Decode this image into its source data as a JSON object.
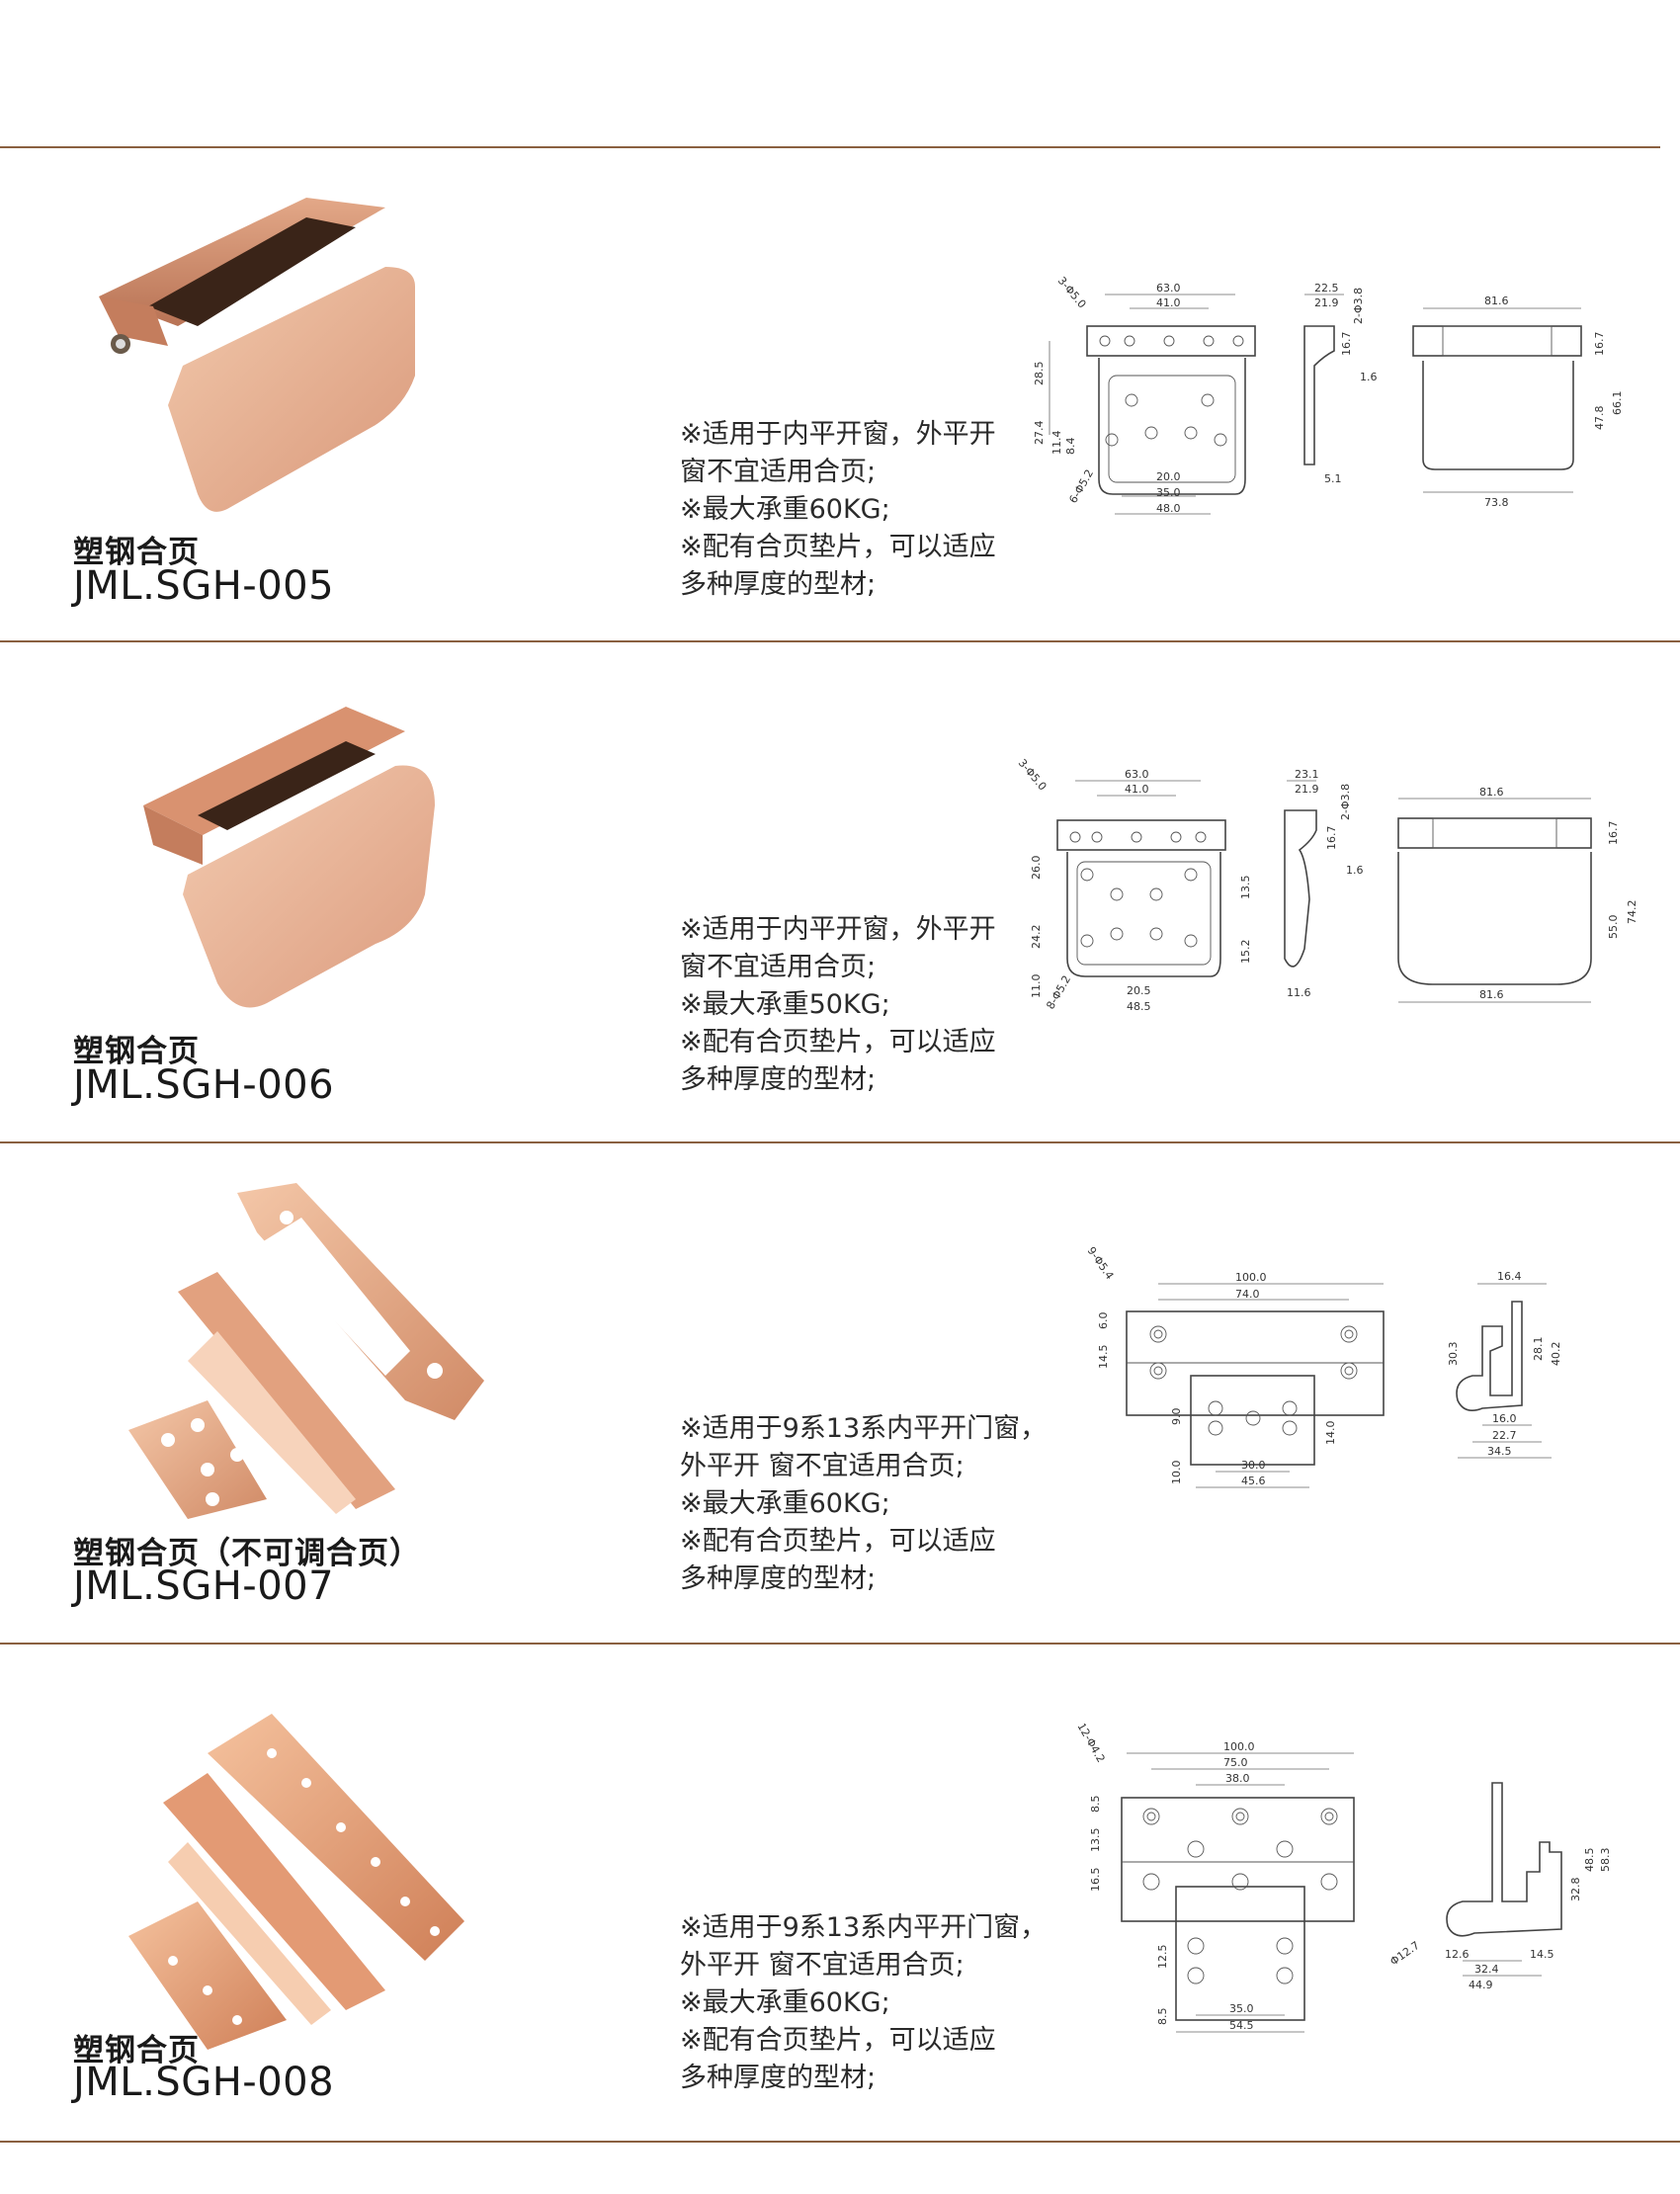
{
  "products": [
    {
      "name": "塑钢合页",
      "code": "JML.SGH-005",
      "desc": [
        "※适用于内平开窗，外平开",
        "  窗不宜适用合页;",
        "※最大承重60KG;",
        "※配有合页垫片，可以适应",
        "  多种厚度的型材;"
      ],
      "dims": [
        "3-Φ5.0",
        "63.0",
        "41.0",
        "28.5",
        "27.4",
        "11.4",
        "8.4",
        "6-Φ5.2",
        "20.0",
        "35.0",
        "48.0",
        "22.5",
        "21.9",
        "2-Φ3.8",
        "16.7",
        "1.6",
        "5.1",
        "81.6",
        "73.8",
        "16.7",
        "47.8",
        "66.1"
      ]
    },
    {
      "name": "塑钢合页",
      "code": "JML.SGH-006",
      "desc": [
        "※适用于内平开窗，外平开",
        "  窗不宜适用合页;",
        "※最大承重50KG;",
        "※配有合页垫片，可以适应",
        "  多种厚度的型材;"
      ],
      "dims": [
        "3-Φ5.0",
        "63.0",
        "41.0",
        "26.0",
        "24.2",
        "11.0",
        "8-Φ5.2",
        "20.5",
        "48.5",
        "13.5",
        "15.2",
        "23.1",
        "21.9",
        "2-Φ3.8",
        "16.7",
        "1.6",
        "11.6",
        "81.6",
        "81.6",
        "16.7",
        "55.0",
        "74.2"
      ]
    },
    {
      "name": "塑钢合页（不可调合页）",
      "code": "JML.SGH-007",
      "desc": [
        "※适用于9系13系内平开门窗，",
        "外平开  窗不宜适用合页;",
        "※最大承重60KG;",
        "※配有合页垫片，可以适应",
        "  多种厚度的型材;"
      ],
      "dims": [
        "9-Φ5.4",
        "100.0",
        "74.0",
        "6.0",
        "14.5",
        "9.0",
        "14.0",
        "10.0",
        "30.0",
        "45.6",
        "16.4",
        "30.3",
        "28.1",
        "40.2",
        "16.0",
        "22.7",
        "34.5"
      ]
    },
    {
      "name": "塑钢合页",
      "code": "JML.SGH-008",
      "desc": [
        "※适用于9系13系内平开门窗，",
        "外平开  窗不宜适用合页;",
        "※最大承重60KG;",
        "※配有合页垫片，可以适应",
        "  多种厚度的型材;"
      ],
      "dims": [
        "12-Φ4.2",
        "100.0",
        "75.0",
        "38.0",
        "8.5",
        "13.5",
        "16.5",
        "12.5",
        "8.5",
        "35.0",
        "54.5",
        "Φ12.7",
        "12.6",
        "32.4",
        "44.9",
        "14.5",
        "32.8",
        "48.5",
        "58.3"
      ]
    }
  ],
  "colors": {
    "rule": "#8a6040",
    "hinge_light": "#f0c4a6",
    "hinge_dark": "#c98762"
  }
}
